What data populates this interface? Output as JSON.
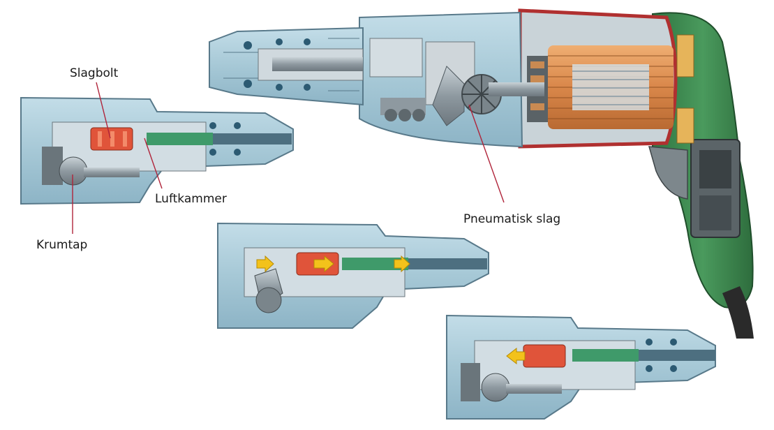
{
  "labels": {
    "impact_bolt": "Slagbolt",
    "air_chamber": "Luftkammer",
    "crankshaft": "Krumtap",
    "pneumatic_impact": "Pneumatisk slag"
  },
  "colors": {
    "housing": "#a9cbd9",
    "housing_dark": "#7fa9bc",
    "internal": "#d2dde3",
    "steel": "#8a949b",
    "impact_bolt": "#e0543a",
    "piston": "#3f9a6a",
    "bit": "#4d6f80",
    "handle": "#3c8a4e",
    "armature": "#d98a4c",
    "arrow": "#f3c21b",
    "leader_line": "#b0243a"
  },
  "icons": {
    "air_flow_forward": "arrow-right",
    "air_flow_back": "arrow-left"
  }
}
